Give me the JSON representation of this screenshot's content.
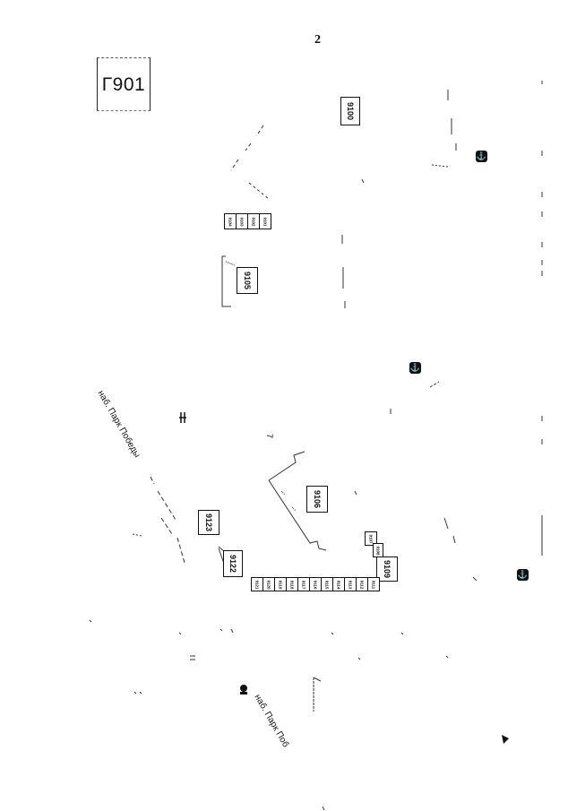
{
  "page_number": "2",
  "sheet_code": "Г901",
  "streets": {
    "street_1": "наб. Парк Победы",
    "street_2": "наб. Парк Поб"
  },
  "labels": {
    "l9100": "9100",
    "l9105": "9105",
    "l9106": "9106",
    "l9109": "9109",
    "l9122": "9122",
    "l9123": "9123"
  },
  "strip_top": [
    "9104",
    "9103",
    "9102",
    "9101"
  ],
  "strip_bottom": [
    "9121",
    "9120",
    "9119",
    "9118",
    "9117",
    "9116",
    "9115",
    "9114",
    "9113",
    "9112",
    "9111"
  ],
  "small_stack": [
    "9107",
    "9108"
  ],
  "map_mark": "7",
  "marker_glyph": "⚓",
  "icons": [
    "anchor-icon",
    "pier-icon",
    "compass-icon"
  ]
}
